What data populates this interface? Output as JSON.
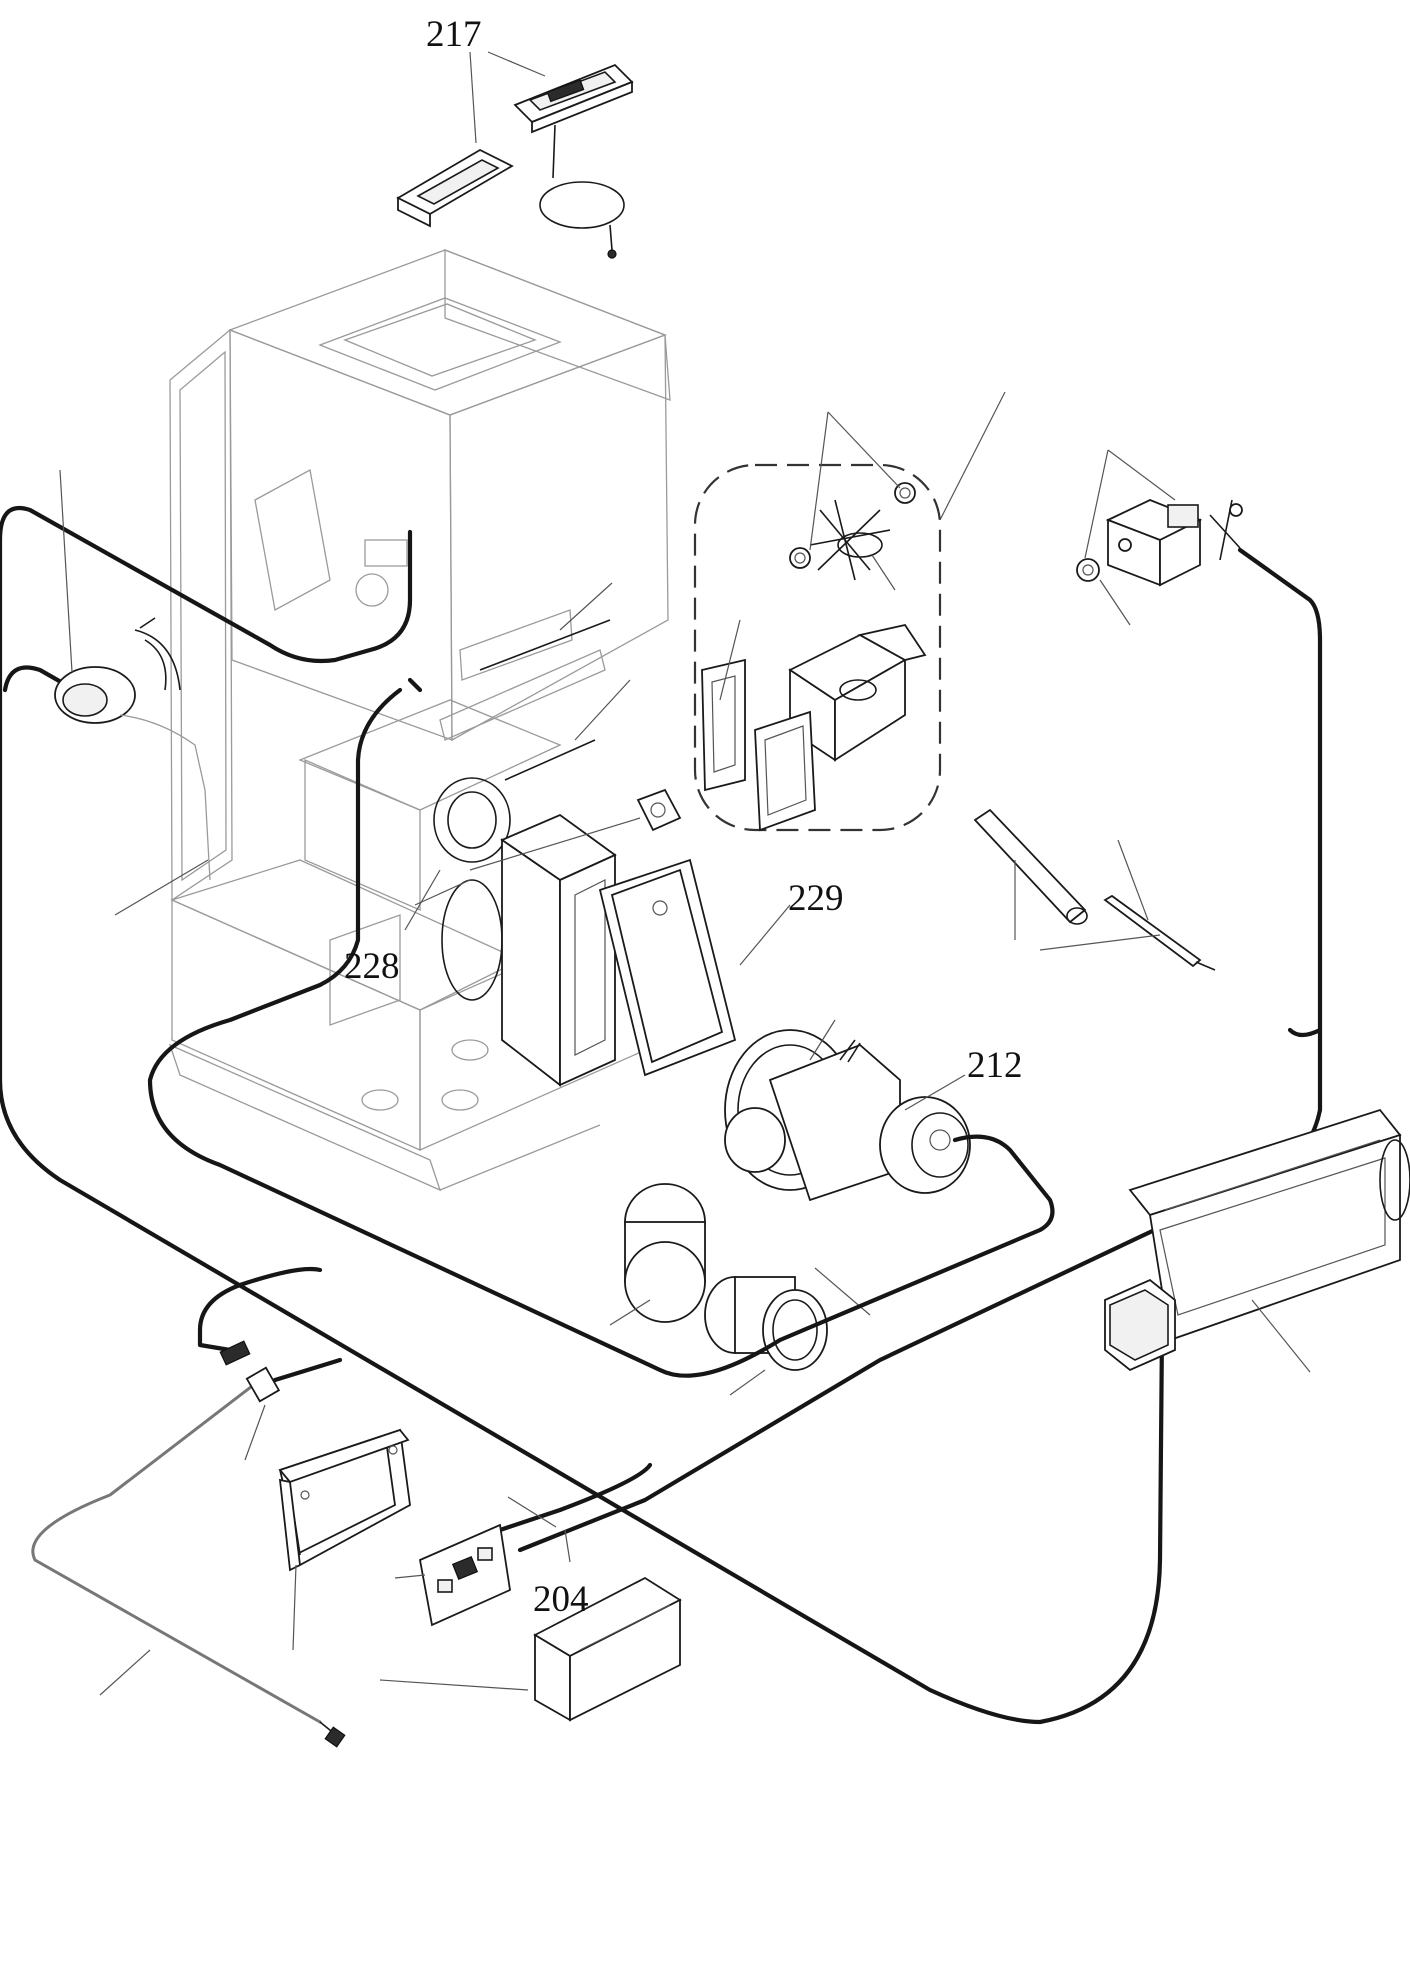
{
  "diagram": {
    "callouts": {
      "c217": "217",
      "c229": "229",
      "c228": "228",
      "c212": "212",
      "c204": "204"
    },
    "colors": {
      "line": "#1a1a1a",
      "wire": "#161616",
      "faint": "#9a9a9a",
      "background": "#ffffff"
    }
  }
}
